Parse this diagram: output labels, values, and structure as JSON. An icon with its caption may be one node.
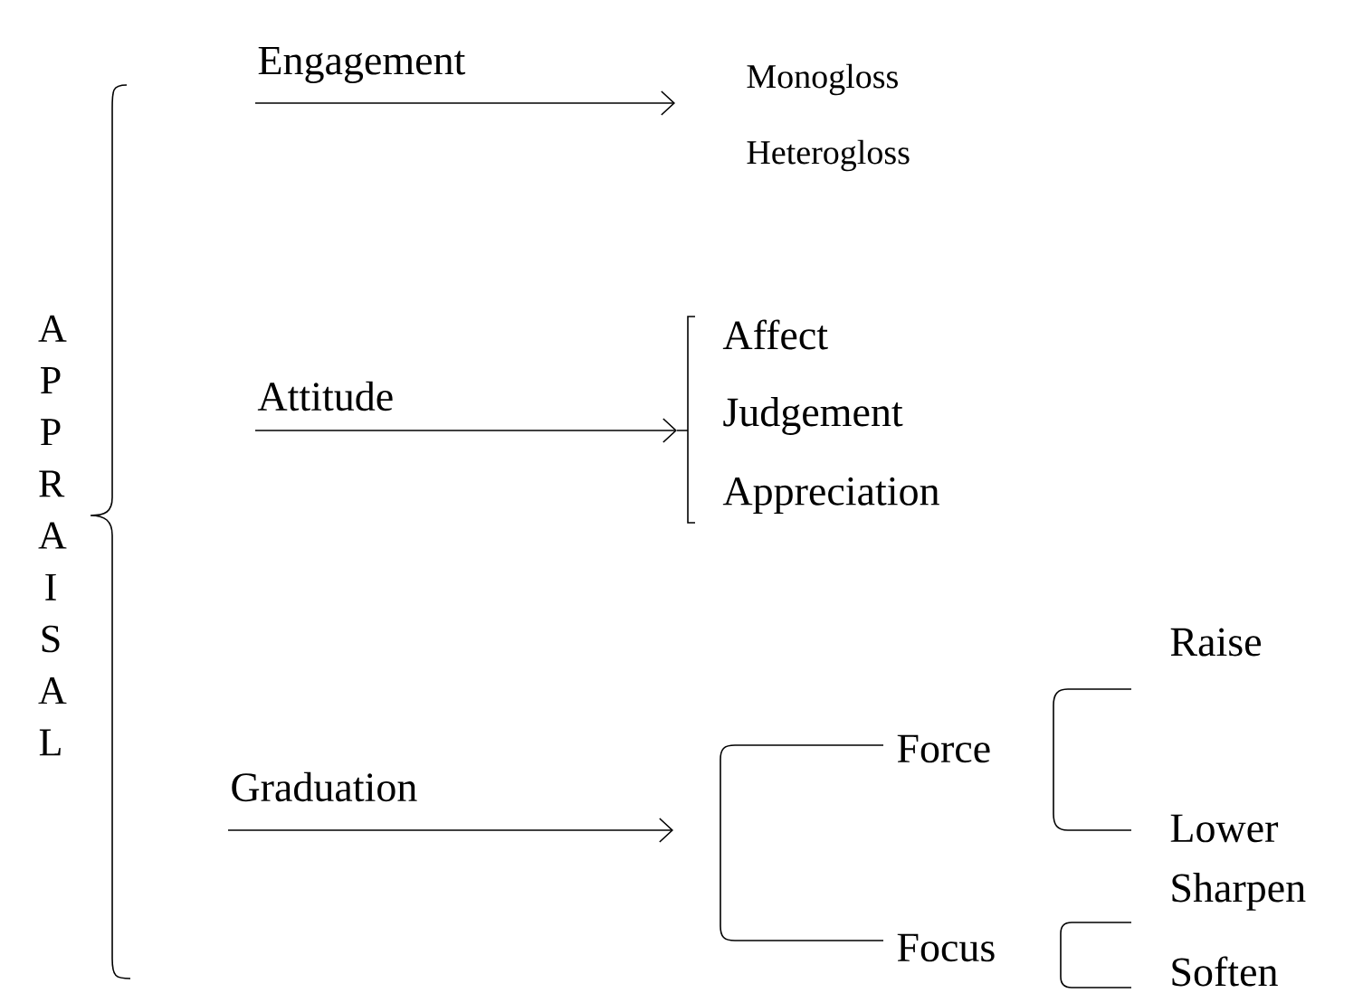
{
  "diagram": {
    "nodes": [
      {
        "text": [
          "A P P R A I S A L"
        ]
      },
      {
        "text": [
          "Engagement"
        ]
      },
      {
        "text": [
          "Monogloss"
        ]
      },
      {
        "text": [
          "Heterogloss"
        ]
      },
      {
        "text": [
          "Attitude"
        ]
      },
      {
        "text": [
          "Affect"
        ]
      },
      {
        "text": [
          "Judgement"
        ]
      },
      {
        "text": [
          "Appreciation"
        ]
      },
      {
        "text": [
          "Graduation"
        ]
      },
      {
        "text": [
          "Force"
        ]
      },
      {
        "text": [
          "Focus"
        ]
      },
      {
        "text": [
          "Raise"
        ]
      },
      {
        "text": [
          "Lower"
        ]
      },
      {
        "text": [
          "Sharpen"
        ]
      },
      {
        "text": [
          "Soften"
        ]
      }
    ],
    "edges": [
      {
        "from": 1,
        "to": 2,
        "arrow": "to"
      },
      {
        "from": 4,
        "to": 6,
        "arrow": "to"
      },
      {
        "from": 8,
        "to": null,
        "arrow": "to"
      }
    ]
  }
}
